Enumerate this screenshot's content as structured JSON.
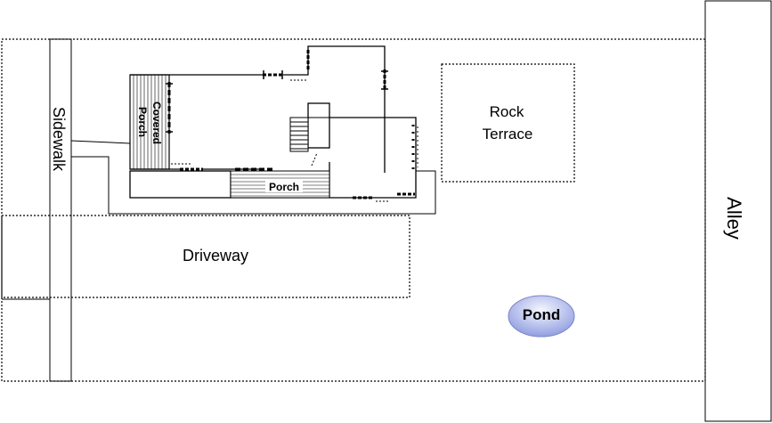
{
  "labels": {
    "sidewalk": "Sidewalk",
    "alley": "Alley",
    "driveway": "Driveway",
    "rock_line1": "Rock",
    "rock_line2": "Terrace",
    "covered_line1": "Covered",
    "covered_line2": "Porch",
    "porch": "Porch",
    "pond": "Pond"
  },
  "colors": {
    "line": "#000000",
    "pond_fill_light": "#f4f6ff",
    "pond_fill_dark": "#8a98de",
    "pond_stroke": "#7b86c9"
  }
}
